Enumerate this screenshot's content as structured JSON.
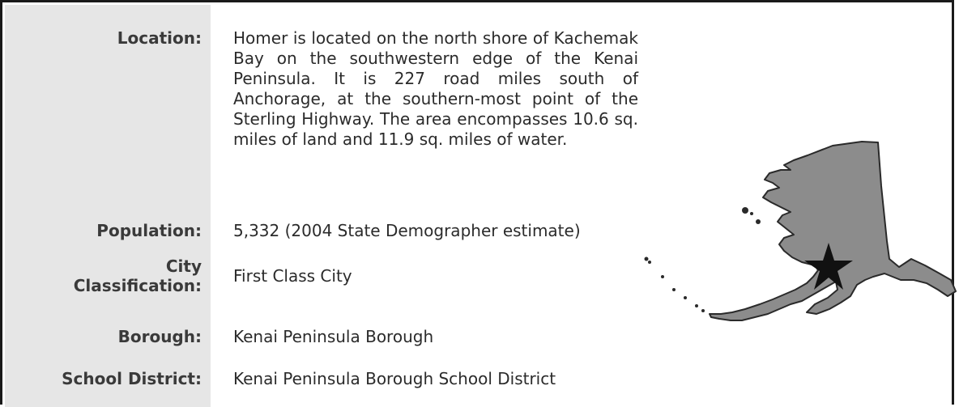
{
  "fields": [
    {
      "label": "Location:",
      "value": "Homer is located on the north shore of Kachemak Bay on the southwestern edge of the Kenai Peninsula. It is 227 road miles south of Anchorage, at the southern-most point of the Sterling Highway. The area encompasses 10.6 sq. miles of land and 11.9 sq. miles of water."
    },
    {
      "label": "Population:",
      "value": "5,332  (2004 State Demographer estimate)"
    },
    {
      "label_line1": "City",
      "label_line2": "Classification:",
      "value": "First Class City"
    },
    {
      "label": "Borough:",
      "value": "Kenai Peninsula Borough"
    },
    {
      "label": "School District:",
      "value": "Kenai Peninsula Borough School District"
    }
  ],
  "map": {
    "icon": "alaska-map-icon",
    "marker": "star-icon",
    "fill": "#8c8c8c",
    "marker_color": "#111111"
  }
}
